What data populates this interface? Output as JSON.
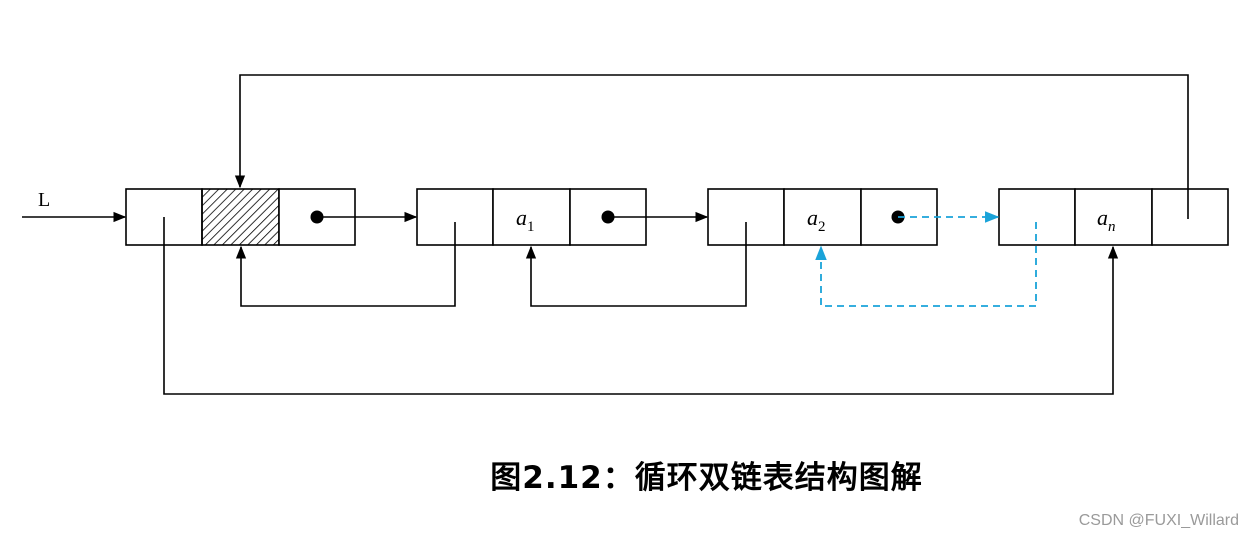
{
  "diagram": {
    "head_pointer_label": "L",
    "nodes": [
      {
        "data": "",
        "subscript": ""
      },
      {
        "data": "a",
        "subscript": "1"
      },
      {
        "data": "a",
        "subscript": "2"
      },
      {
        "data": "a",
        "subscript": "n"
      }
    ],
    "colors": {
      "stroke": "#000000",
      "dashed_link": "#1aa3d9"
    }
  },
  "caption": "图2.12：循环双链表结构图解",
  "watermark": "CSDN @FUXI_Willard"
}
